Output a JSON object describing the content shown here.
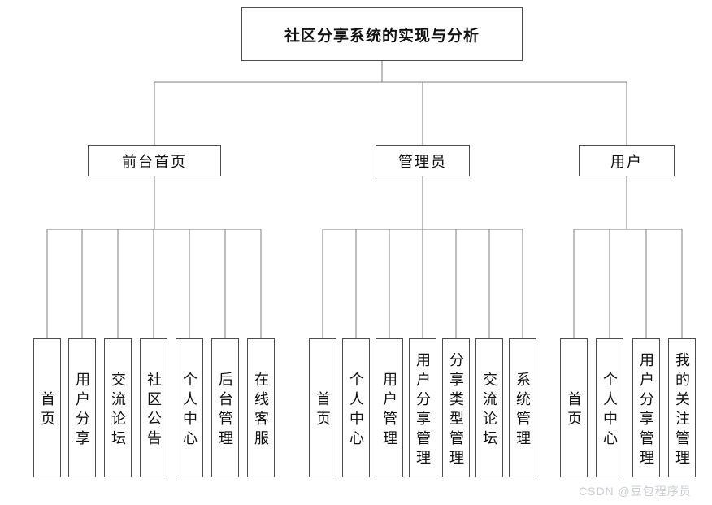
{
  "title": "社区分享系统的实现与分析",
  "watermark": "CSDN @豆包程序员",
  "colors": {
    "background": "#ffffff",
    "line": "#7d7d7d",
    "border": "#4d4d4d",
    "text": "#111111",
    "watermark": "#c9ccd1"
  },
  "groups": [
    {
      "label": "前台首页",
      "items": [
        "首页",
        "用户分享",
        "交流论坛",
        "社区公告",
        "个人中心",
        "后台管理",
        "在线客服"
      ]
    },
    {
      "label": "管理员",
      "items": [
        "首页",
        "个人中心",
        "用户管理",
        "用户分享管理",
        "分享类型管理",
        "交流论坛",
        "系统管理"
      ]
    },
    {
      "label": "用户",
      "items": [
        "首页",
        "个人中心",
        "用户分享管理",
        "我的关注管理"
      ]
    }
  ]
}
